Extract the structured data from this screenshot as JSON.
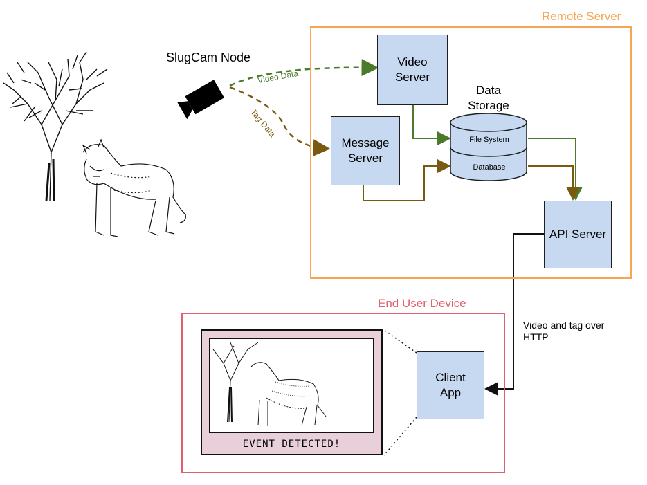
{
  "node": {
    "label": "SlugCam Node"
  },
  "remote_server": {
    "title": "Remote Server",
    "color": "#f5a654"
  },
  "end_user": {
    "title": "End User Device",
    "color": "#e06070"
  },
  "flows": {
    "video": "Video Data",
    "tag": "Tag Data"
  },
  "boxes": {
    "video_server": "Video\nServer",
    "message_server": "Message\nServer",
    "api_server": "API Server",
    "client_app": "Client\nApp"
  },
  "storage": {
    "title": "Data\nStorage",
    "file_system": "File System",
    "database": "Database"
  },
  "http_note": "Video and tag over\nHTTP",
  "screen": {
    "banner": "EVENT DETECTED!"
  },
  "colors": {
    "box_fill": "#c6d9f1",
    "video_arrow": "#4a7a2a",
    "tag_arrow": "#7a5a10",
    "screen_bg": "#e8cfd9"
  },
  "icons": [
    "camera-icon",
    "tree-illustration",
    "mountain-lion-illustration"
  ]
}
